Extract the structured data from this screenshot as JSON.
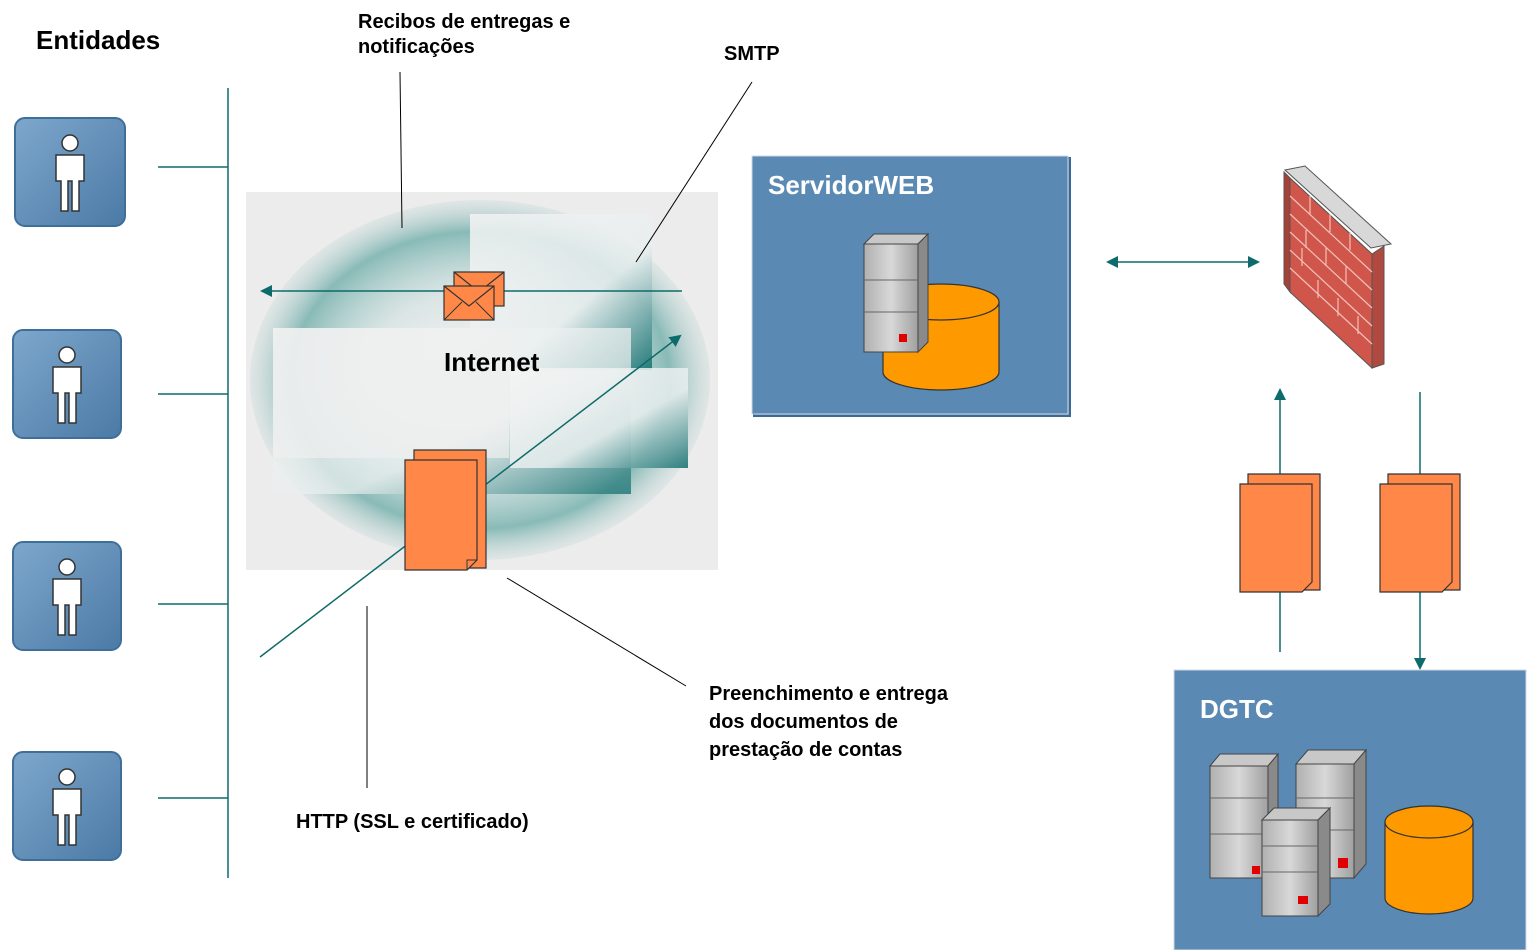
{
  "entities_title": "Entidades",
  "labels": {
    "receipts_line1": "Recibos de entregas e",
    "receipts_line2": "notificações",
    "smtp": "SMTP",
    "internet": "Internet",
    "http": "HTTP (SSL e certificado)",
    "fill_line1": "Preenchimento e entrega",
    "fill_line2": "dos documentos de",
    "fill_line3": "prestação de contas"
  },
  "web_server_title": "ServidorWEB",
  "dgtc_title": "DGTC",
  "icons": [
    "person-icon",
    "envelope-icon",
    "document-icon",
    "server-icon",
    "database-icon",
    "firewall-icon"
  ],
  "colors": {
    "box_blue": "#5a89b4",
    "arrow_teal": "#0e6b6b",
    "document_orange": "#ff8848",
    "database_orange": "#ff9900",
    "brick_red": "#d0564b"
  }
}
